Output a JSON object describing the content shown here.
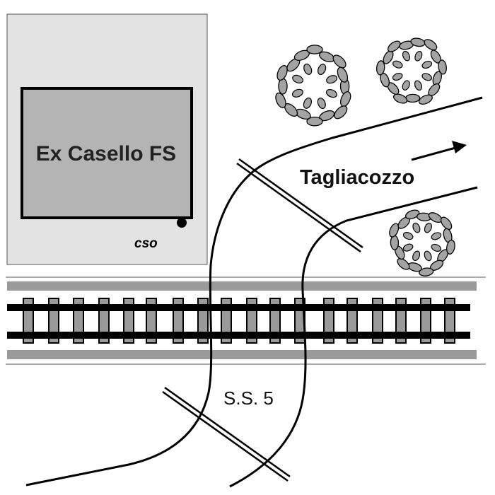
{
  "map": {
    "building_label": "Ex Casello FS",
    "marker_label": "cso",
    "road_label": "S.S. 5",
    "direction_label": "Tagliacozzo"
  },
  "colors": {
    "yard": "#e3e3e3",
    "building": "#b4b4b4",
    "ballast": "#9a9a9a",
    "sleeper": "#9a9a9a",
    "rail": "#000000",
    "tree_leaf": "#a3a3a3"
  },
  "icons": {
    "trees": "tree-canopy-icon",
    "bridges": "road-bridge-icon",
    "arrow": "direction-arrow-icon",
    "marker": "location-dot-icon"
  }
}
